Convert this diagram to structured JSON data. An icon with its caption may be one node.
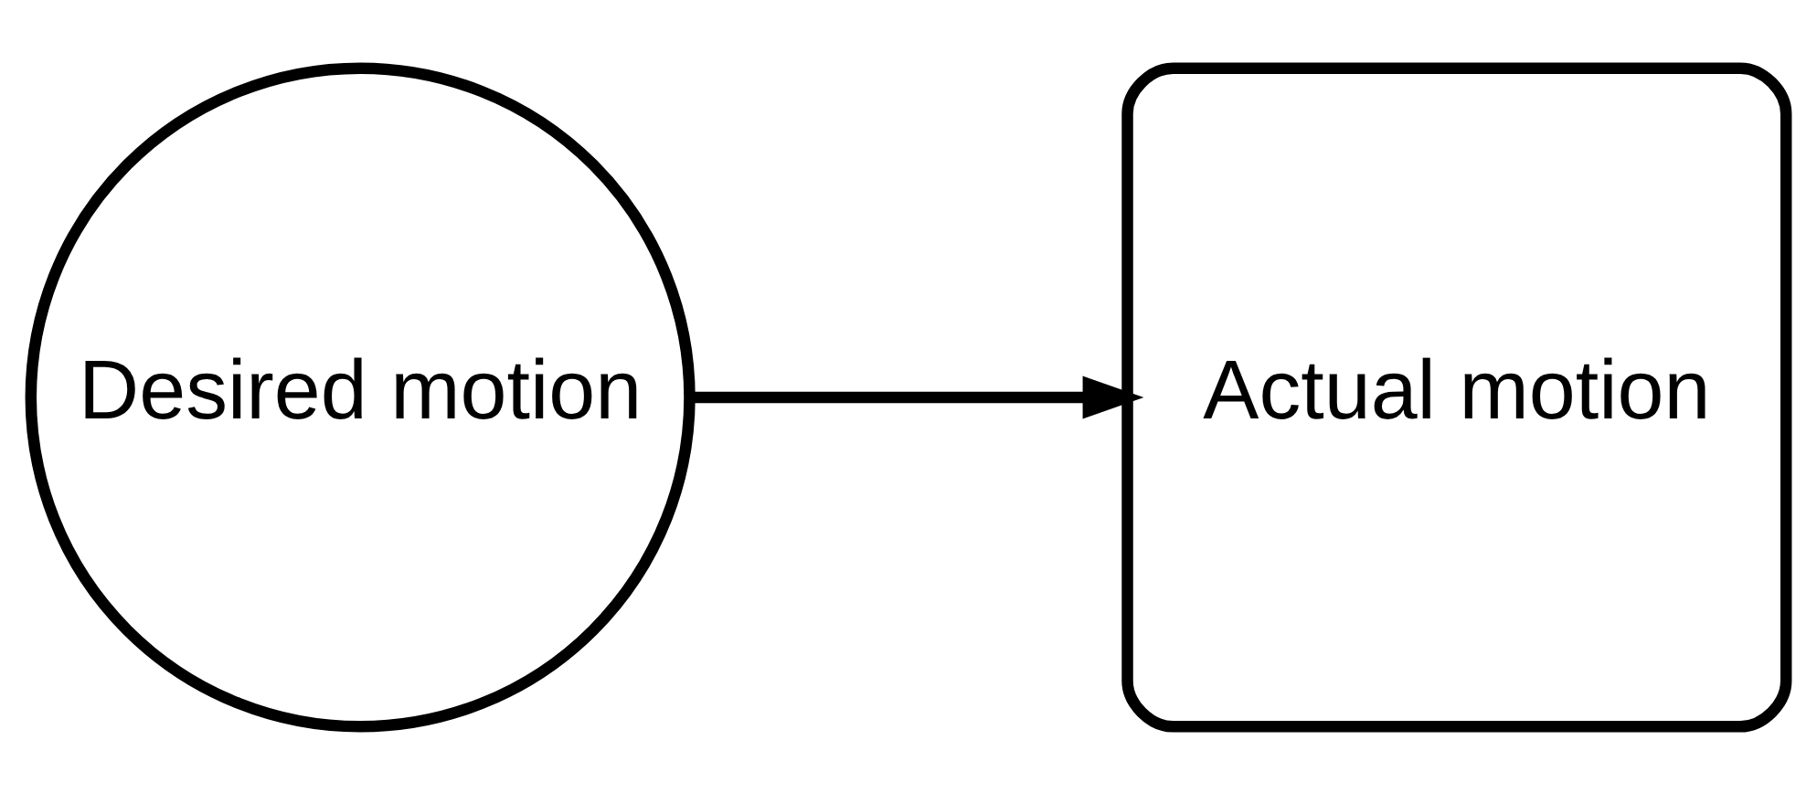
{
  "diagram": {
    "nodes": [
      {
        "text": [
          "Desired motion"
        ]
      },
      {
        "text": [
          "Actual motion"
        ]
      }
    ],
    "edges": [
      {
        "from": 0,
        "to": 1,
        "arrow": "to"
      }
    ]
  }
}
